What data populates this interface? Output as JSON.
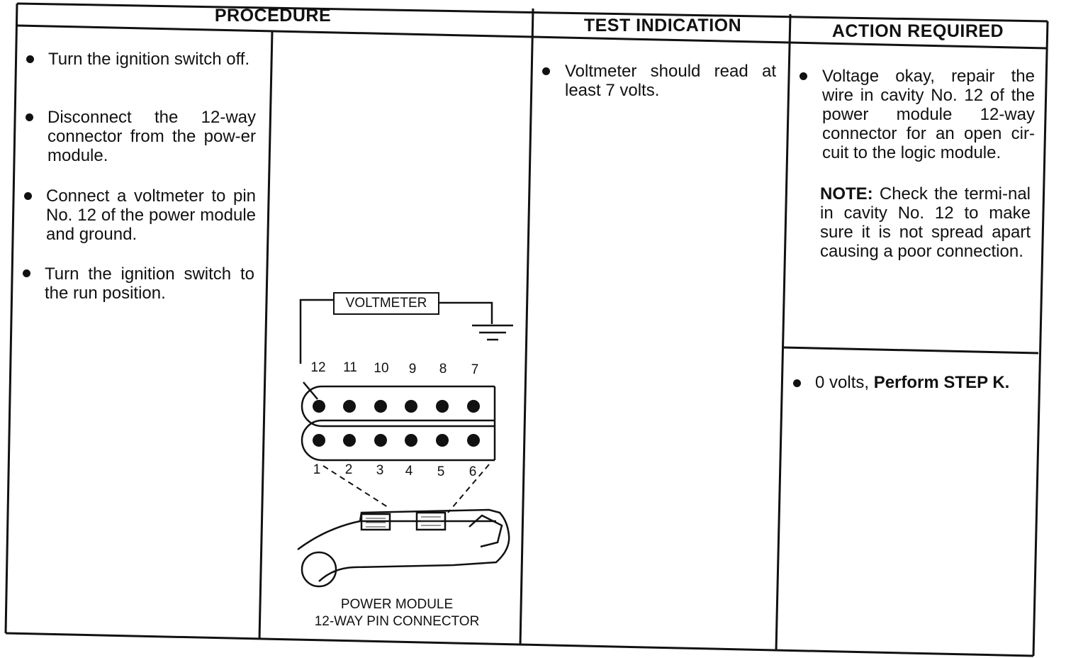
{
  "headers": {
    "procedure": "PROCEDURE",
    "test_indication": "TEST INDICATION",
    "action_required": "ACTION REQUIRED"
  },
  "procedure_steps": [
    "Turn the ignition switch off.",
    "Disconnect the 12-way connector from the pow-er module.",
    "Connect a voltmeter to pin No. 12 of the power module and ground.",
    "Turn the ignition switch to the run position."
  ],
  "test_indication": "Voltmeter should read at least 7 volts.",
  "action_ok": "Voltage okay, repair the wire in cavity No. 12 of the power module 12-way connector for an open cir-cuit to the logic module.",
  "note": {
    "label": "NOTE:",
    "text": "Check the termi-nal in cavity No. 12 to make sure it is not spread apart causing a poor connection."
  },
  "action_zero": {
    "prefix": "0 volts,",
    "bold": "Perform STEP K."
  },
  "diagram": {
    "voltmeter_label": "VOLTMETER",
    "top_pins": [
      "12",
      "11",
      "10",
      "9",
      "8",
      "7"
    ],
    "bottom_pins": [
      "1",
      "2",
      "3",
      "4",
      "5",
      "6"
    ],
    "caption_line1": "POWER MODULE",
    "caption_line2": "12-WAY PIN CONNECTOR"
  }
}
